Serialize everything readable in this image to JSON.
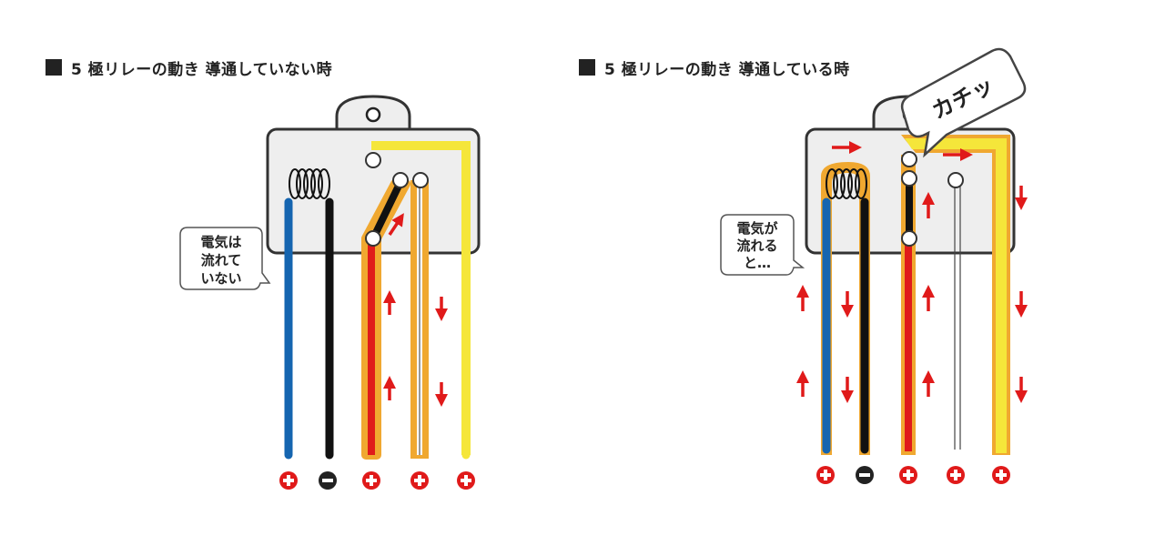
{
  "left_panel": {
    "title": "5 極リレーの動き  導通していない時",
    "bubble_lines": [
      "電気は",
      "流れて",
      "いない"
    ],
    "terminals": [
      "+",
      "−",
      "+",
      "+",
      "+"
    ]
  },
  "right_panel": {
    "title": "5 極リレーの動き  導通している時",
    "bubble_lines": [
      "電気が",
      "流れる",
      "と…"
    ],
    "click_text": "カチッ",
    "terminals": [
      "+",
      "−",
      "+",
      "+",
      "+"
    ]
  },
  "colors": {
    "blue": "#1565b0",
    "black": "#111111",
    "red": "#e01a1a",
    "yellow": "#f5e63a",
    "orange": "#f0a830",
    "box_fill": "#eeeeee",
    "box_stroke": "#333333",
    "arrow": "#e01a1a"
  }
}
